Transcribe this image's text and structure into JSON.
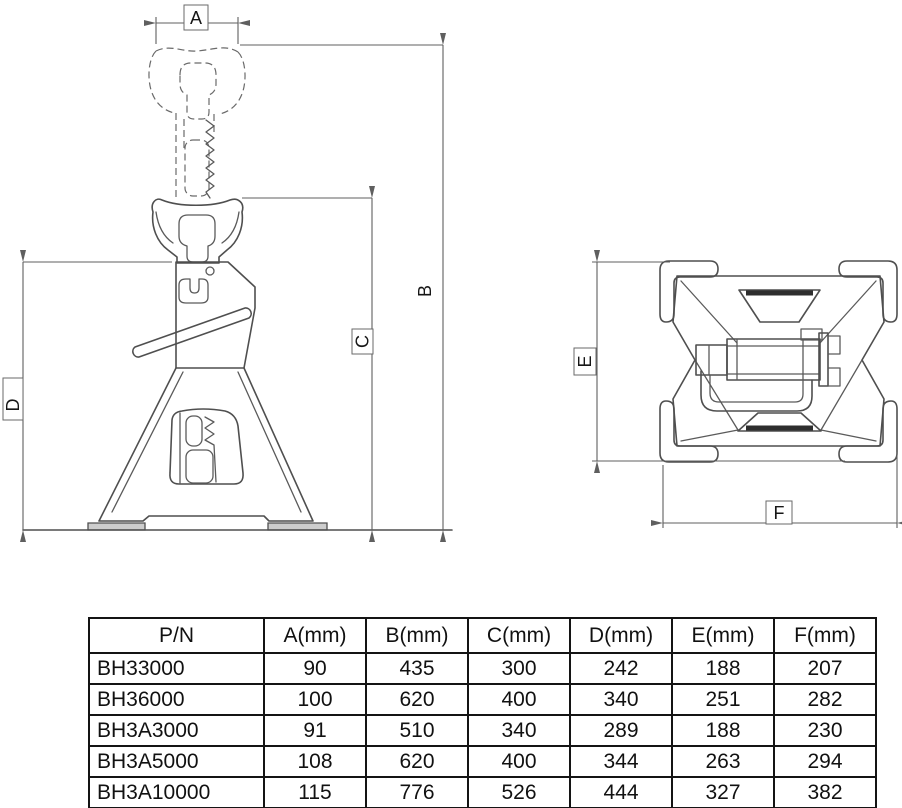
{
  "page": {
    "background": "#ffffff",
    "line_color": "#4f4f4f",
    "dark_edge_color": "#2e2e2e",
    "pad_fill_color": "#cdcdcd",
    "text_color": "#111111"
  },
  "drawing": {
    "front_view": {
      "description": "jack stand front elevation with ratchet post raised (dashed) and lowered (solid)",
      "labels": {
        "A": "A",
        "B": "B",
        "C": "C",
        "D": "D"
      }
    },
    "top_view": {
      "description": "jack stand plan view with handle and ratchet pawl",
      "labels": {
        "E": "E",
        "F": "F"
      }
    }
  },
  "table": {
    "headers": [
      "P/N",
      "A(mm)",
      "B(mm)",
      "C(mm)",
      "D(mm)",
      "E(mm)",
      "F(mm)"
    ],
    "rows": [
      [
        "BH33000",
        "90",
        "435",
        "300",
        "242",
        "188",
        "207"
      ],
      [
        "BH36000",
        "100",
        "620",
        "400",
        "340",
        "251",
        "282"
      ],
      [
        "BH3A3000",
        "91",
        "510",
        "340",
        "289",
        "188",
        "230"
      ],
      [
        "BH3A5000",
        "108",
        "620",
        "400",
        "344",
        "263",
        "294"
      ],
      [
        "BH3A10000",
        "115",
        "776",
        "526",
        "444",
        "327",
        "382"
      ]
    ]
  }
}
